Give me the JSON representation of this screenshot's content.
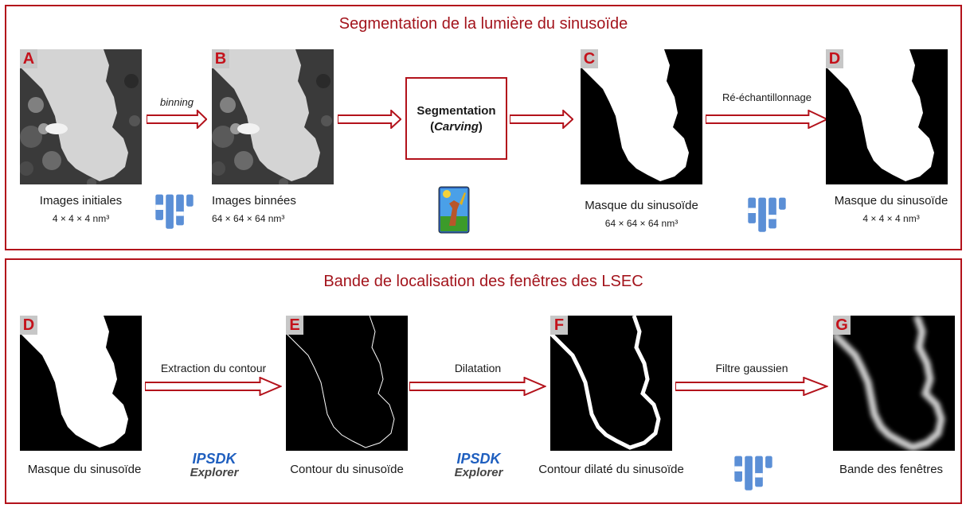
{
  "panels": [
    {
      "title": "Segmentation de la lumière du sinusoïde",
      "steps": [
        {
          "letter": "A",
          "caption": "Images initiales",
          "dims": "4 × 4 × 4 nm³"
        },
        {
          "letter": "B",
          "caption": "Images binnées",
          "dims": "64 × 64 × 64 nm³"
        },
        {
          "letter": "C",
          "caption": "Masque du sinusoïde",
          "dims": "64 × 64 × 64 nm³"
        },
        {
          "letter": "D",
          "caption": "Masque du sinusoïde",
          "dims": "4 × 4 × 4 nm³"
        }
      ],
      "operations": {
        "binning": "binning",
        "segmentation_line1": "Segmentation",
        "segmentation_paren_open": "(",
        "segmentation_italic": "Carving",
        "segmentation_paren_close": ")",
        "resampling": "Ré-échantillonnage"
      }
    },
    {
      "title": "Bande de localisation des fenêtres des LSEC",
      "steps": [
        {
          "letter": "D",
          "caption": "Masque du sinusoïde"
        },
        {
          "letter": "E",
          "caption": "Contour du sinusoïde"
        },
        {
          "letter": "F",
          "caption": "Contour dilaté du sinusoïde"
        },
        {
          "letter": "G",
          "caption": "Bande des fenêtres"
        }
      ],
      "operations": {
        "contour": "Extraction du contour",
        "dilation": "Dilatation",
        "gaussian": "Filtre gaussien"
      }
    }
  ],
  "logos": {
    "ipsdk_top": "IPSDK",
    "ipsdk_bottom": "Explorer",
    "fiji": "fiji-logo-icon",
    "ilastik": "ilastik-logo-icon"
  },
  "colors": {
    "accent": "#b3121b",
    "title": "#a3141c",
    "letter": "#c4121b",
    "logo_blue": "#5b8fd6"
  }
}
